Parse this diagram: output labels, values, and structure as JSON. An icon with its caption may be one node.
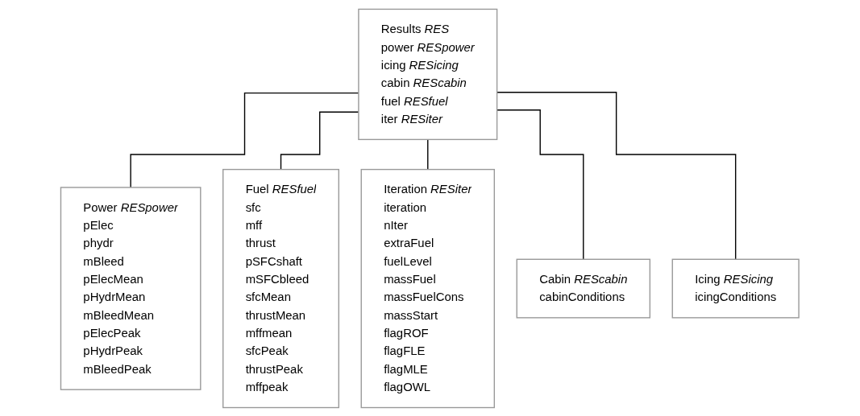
{
  "diagram": {
    "nodes": [
      {
        "text": [
          "Results *RES*",
          "power *RESpower*",
          "icing *RESicing*",
          "cabin *REScabin*",
          "fuel *RESfuel*",
          "iter *RESiter*"
        ]
      },
      {
        "text": [
          "Power *RESpower*",
          "pElec",
          "phydr",
          "mBleed",
          "pElecMean",
          "pHydrMean",
          "mBleedMean",
          "pElecPeak",
          "pHydrPeak",
          "mBleedPeak"
        ]
      },
      {
        "text": [
          "Fuel *RESfuel*",
          "sfc",
          "mff",
          "thrust",
          "pSFCshaft",
          "mSFCbleed",
          "sfcMean",
          "thrustMean",
          "mffmean",
          "sfcPeak",
          "thrustPeak",
          "mffpeak"
        ]
      },
      {
        "text": [
          "Iteration *RESiter*",
          "iteration",
          "nIter",
          "extraFuel",
          "fuelLevel",
          "massFuel",
          "massFuelCons",
          "massStart",
          "flagROF",
          "flagFLE",
          "flagMLE",
          "flagOWL"
        ]
      },
      {
        "text": [
          "Cabin *REScabin*",
          "cabinConditions"
        ]
      },
      {
        "text": [
          "Icing *RESicing*",
          "icingConditions"
        ]
      }
    ],
    "edges": [
      {
        "from": 0,
        "to": 1,
        "arrow": "none"
      },
      {
        "from": 0,
        "to": 2,
        "arrow": "none"
      },
      {
        "from": 0,
        "to": 3,
        "arrow": "none"
      },
      {
        "from": 0,
        "to": 4,
        "arrow": "none"
      },
      {
        "from": 0,
        "to": 5,
        "arrow": "none"
      }
    ]
  }
}
